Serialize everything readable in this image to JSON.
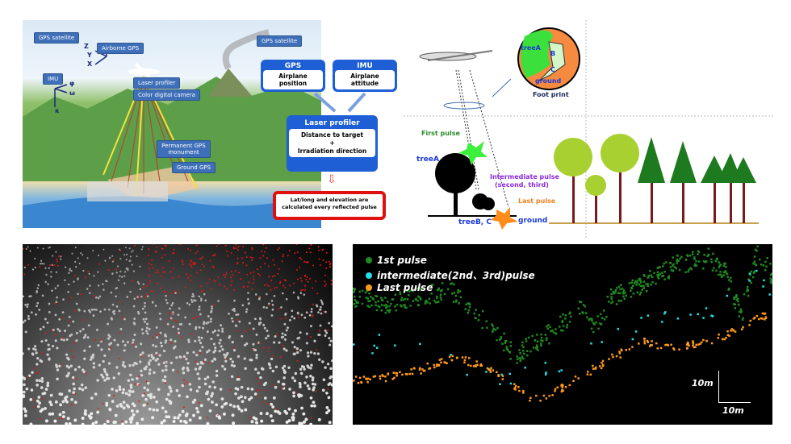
{
  "system_diagram": {
    "labels": {
      "gps_satellite_left": "GPS satellite",
      "gps_satellite_right": "GPS satellite",
      "airborne_gps": "Airborne GPS",
      "imu": "IMU",
      "laser_profiler": "Laser profiler",
      "camera": "Color digital camera",
      "permanent_gps": "Permanent GPS monument",
      "ground_gps": "Ground GPS"
    },
    "axes": {
      "z": "Z",
      "y": "Y",
      "x": "X",
      "phi": "φ",
      "omega": "ω",
      "kappa": "κ"
    },
    "gps_box": {
      "title": "GPS",
      "body": "Airplane position"
    },
    "imu_box": {
      "title": "IMU",
      "body": "Airplane attitude"
    },
    "laser_box": {
      "title": "Laser profiler",
      "body1": "Distance to target",
      "plus": "+",
      "body2": "Irradiation direction"
    },
    "result_box": {
      "line1": "Lat/long and elevation are",
      "line2": "calculated every reflected pulse"
    }
  },
  "pulse_diagram": {
    "footprint": {
      "treeA": "treeA",
      "b": "B",
      "c": "C",
      "ground": "ground",
      "caption": "Foot print"
    },
    "first_pulse": "First pulse",
    "treeA": "treeA",
    "intermediate_1": "Intermediate pulse",
    "intermediate_2": "(second, third)",
    "last_pulse": "Last pulse",
    "treeBC": "treeB, C",
    "ground": "ground"
  },
  "chart_data": {
    "type": "scatter",
    "title": "",
    "legend": [
      {
        "label": "1st pulse",
        "sup": "st",
        "base": "1",
        "rest": "pulse"
      },
      {
        "label": "intermediate(2nd、3rd)pulse"
      },
      {
        "label": "Last pulse"
      }
    ],
    "legend_placement": "top-left",
    "colors": {
      "first": "#1f8a1f",
      "intermediate": "#22e0e8",
      "last": "#ff9a1a"
    },
    "scale_bar": {
      "vertical": "10m",
      "horizontal": "10m"
    },
    "xlim": [
      0,
      130
    ],
    "ylim": [
      0,
      56
    ],
    "series": [
      {
        "name": "1st pulse",
        "profile_x": [
          0,
          10,
          20,
          30,
          40,
          50,
          60,
          70,
          75,
          80,
          90,
          100,
          110,
          115,
          120,
          125,
          130
        ],
        "profile_y": [
          40,
          38,
          40,
          42,
          33,
          22,
          28,
          37,
          30,
          40,
          44,
          50,
          52,
          48,
          34,
          54,
          46
        ]
      },
      {
        "name": "intermediate (2nd, 3rd) pulse",
        "profile_x": [
          10,
          30,
          50,
          60,
          70,
          85,
          100,
          115,
          125,
          130
        ],
        "profile_y": [
          25,
          22,
          12,
          20,
          22,
          30,
          33,
          38,
          45,
          42
        ]
      },
      {
        "name": "Last pulse",
        "profile_x": [
          0,
          10,
          20,
          30,
          40,
          50,
          55,
          60,
          70,
          80,
          90,
          100,
          110,
          120,
          125,
          130
        ],
        "profile_y": [
          14,
          15,
          17,
          21,
          19,
          12,
          8,
          9,
          15,
          21,
          26,
          24,
          26,
          30,
          33,
          35
        ]
      }
    ]
  }
}
